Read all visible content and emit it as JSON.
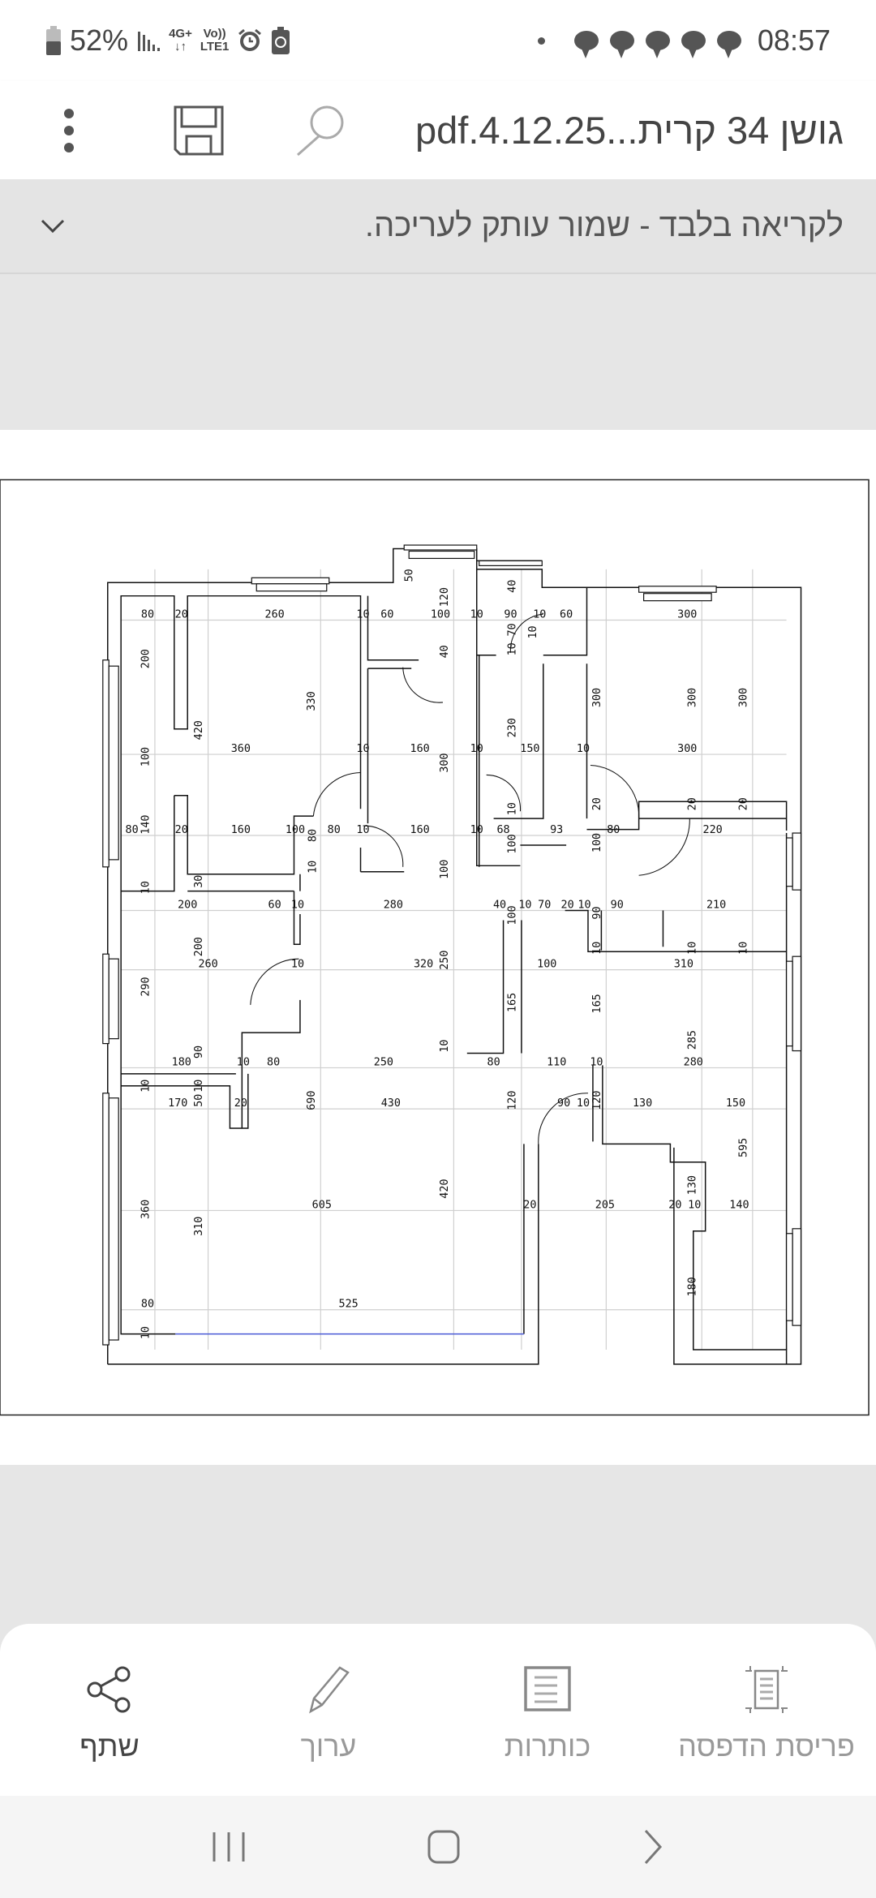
{
  "status_bar": {
    "battery": "52%",
    "network_4g": "4G+",
    "volte": "Vo))",
    "lte": "LTE1",
    "time": "08:57",
    "notification_count_icons": 5
  },
  "header": {
    "title": "גושן 34 קרית...pdf.4.12.25"
  },
  "banner": {
    "text": "לקריאה בלבד - שמור עותק לעריכה."
  },
  "plan": {
    "labels": [
      "80",
      "20",
      "260",
      "10",
      "60",
      "100",
      "10",
      "90",
      "70",
      "10",
      "10",
      "60",
      "300",
      "50",
      "120",
      "40",
      "40",
      "10",
      "200",
      "420",
      "330",
      "300",
      "300",
      "300",
      "230",
      "300",
      "100",
      "360",
      "10",
      "160",
      "10",
      "150",
      "10",
      "300",
      "20",
      "20",
      "20",
      "10",
      "140",
      "80",
      "20",
      "160",
      "100",
      "80",
      "10",
      "160",
      "10",
      "68",
      "93",
      "80",
      "220",
      "80",
      "10",
      "100",
      "100",
      "100",
      "30",
      "10",
      "200",
      "60",
      "10",
      "280",
      "40",
      "10",
      "70",
      "20",
      "10",
      "90",
      "210",
      "100",
      "90",
      "200",
      "260",
      "10",
      "320",
      "250",
      "100",
      "310",
      "10",
      "10",
      "10",
      "290",
      "165",
      "165",
      "285",
      "10",
      "180",
      "10",
      "80",
      "250",
      "80",
      "110",
      "10",
      "280",
      "90",
      "10",
      "10",
      "170",
      "50",
      "20",
      "690",
      "430",
      "120",
      "90",
      "10",
      "120",
      "130",
      "150",
      "595",
      "360",
      "310",
      "605",
      "420",
      "20",
      "205",
      "20",
      "10",
      "140",
      "130",
      "180",
      "80",
      "525",
      "10"
    ],
    "accent_line_color": "#4b5bd6"
  },
  "toolbar": {
    "items": [
      {
        "label": "שתף",
        "icon": "share-icon"
      },
      {
        "label": "ערוך",
        "icon": "pencil-icon"
      },
      {
        "label": "כותרות",
        "icon": "headings-icon"
      },
      {
        "label": "פריסת הדפסה",
        "icon": "print-layout-icon"
      }
    ]
  }
}
